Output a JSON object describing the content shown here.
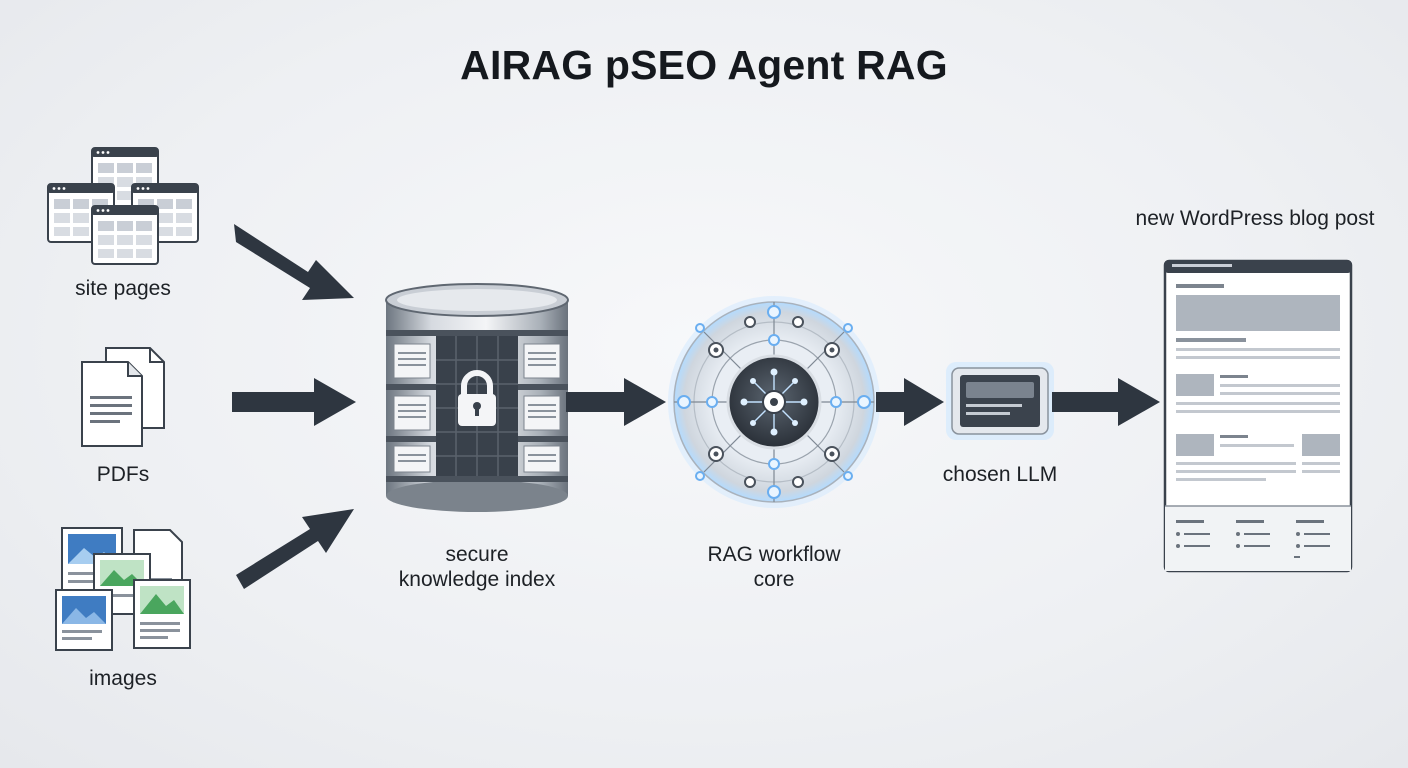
{
  "title": "AIRAG pSEO Agent RAG",
  "sources": {
    "site_pages": "site pages",
    "pdfs": "PDFs",
    "images": "images"
  },
  "index": {
    "line1": "secure",
    "line2": "knowledge index"
  },
  "core": {
    "line1": "RAG workflow",
    "line2": "core"
  },
  "llm": {
    "label": "chosen LLM"
  },
  "output": {
    "label": "new WordPress blog post"
  },
  "icons": {
    "site_pages": "browser-window-icon",
    "pdfs": "document-stack-icon",
    "images": "image-document-icon",
    "index": "database-lock-icon",
    "core": "network-hub-icon",
    "llm": "chip-panel-icon",
    "output": "blog-post-page-icon"
  },
  "colors": {
    "dark": "#2e3640",
    "accent_glow": "#8ec7ff",
    "image_blue": "#3f7cc2",
    "image_green": "#4aa65e"
  }
}
